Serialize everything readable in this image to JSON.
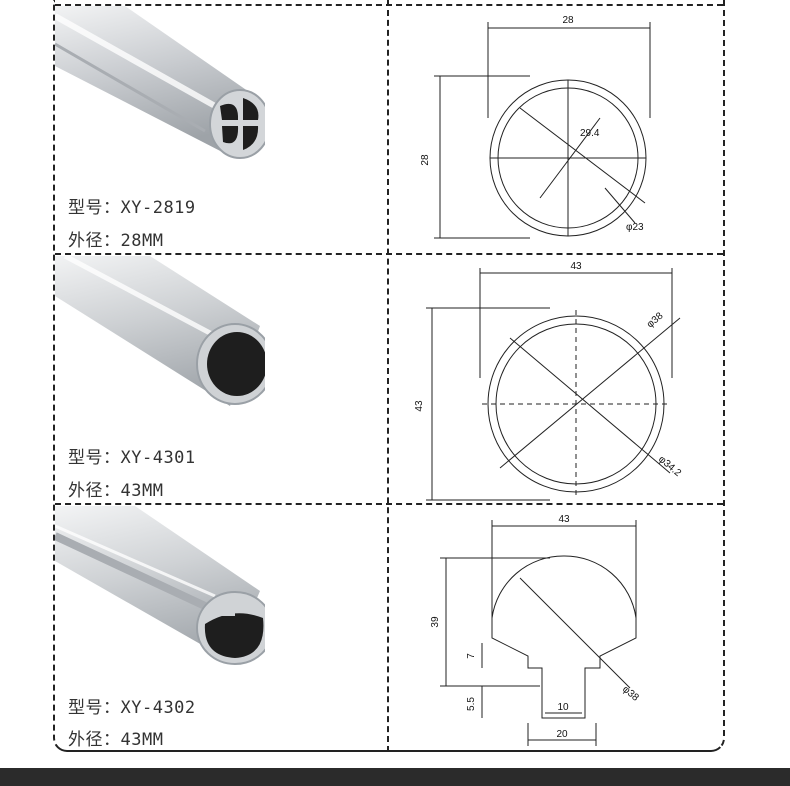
{
  "products": [
    {
      "model_label": "型号：XY-2819",
      "od_label": "外径：28MM",
      "dims": {
        "width": "28",
        "height": "28",
        "diag": "29.4",
        "dia": "φ23"
      }
    },
    {
      "model_label": "型号：XY-4301",
      "od_label": "外径：43MM",
      "dims": {
        "width": "43",
        "height": "43",
        "dia_outer": "φ38",
        "dia_inner": "φ34.2"
      }
    },
    {
      "model_label": "型号：XY-4302",
      "od_label": "外径：43MM",
      "dims": {
        "width": "43",
        "height": "39",
        "slot_depth": "7",
        "base": "5.5",
        "slot_width": "10",
        "base_width": "20",
        "dia": "φ38"
      }
    }
  ],
  "colors": {
    "line": "#222222",
    "metal_light": "#e4e6e8",
    "metal_mid": "#b8bcc0",
    "metal_dark": "#1e1e1e",
    "footer": "#2b2b2b"
  }
}
